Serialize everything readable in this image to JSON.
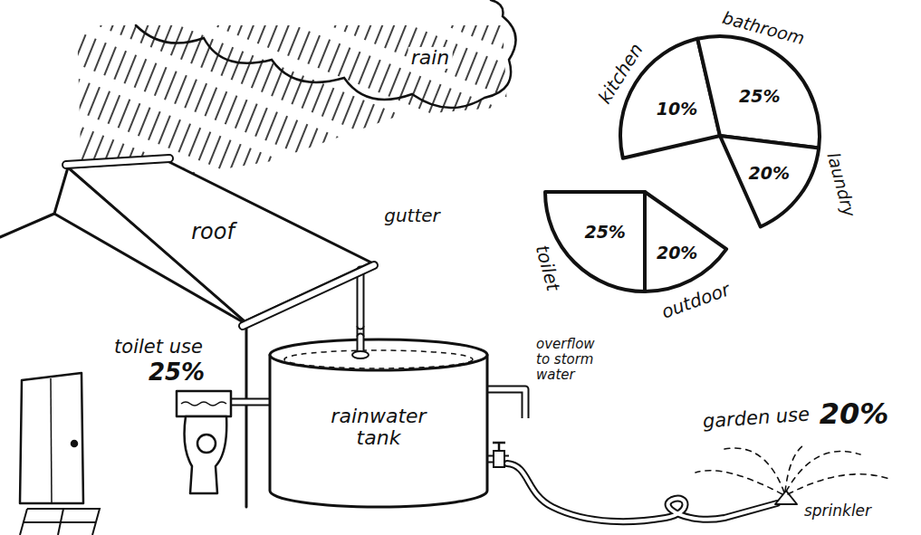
{
  "diagram": {
    "nodes": [
      {
        "text": [
          "rain"
        ]
      },
      {
        "text": [
          "roof"
        ]
      },
      {
        "text": [
          "rainwater tank"
        ]
      },
      {
        "text": [
          "kitchen",
          "10%"
        ]
      },
      {
        "text": [
          "bathroom",
          "25%"
        ]
      },
      {
        "text": [
          "laundry",
          "20%"
        ]
      },
      {
        "text": [
          "toilet",
          "25%"
        ]
      },
      {
        "text": [
          "outdoor",
          "20%"
        ]
      }
    ],
    "edges": [
      {
        "from": 1,
        "to": 2,
        "arrow": "none"
      }
    ],
    "labels": [
      "gutter",
      "toilet use",
      "25%",
      "overflow to storm water",
      "garden use",
      "20%",
      "sprinkler"
    ]
  }
}
